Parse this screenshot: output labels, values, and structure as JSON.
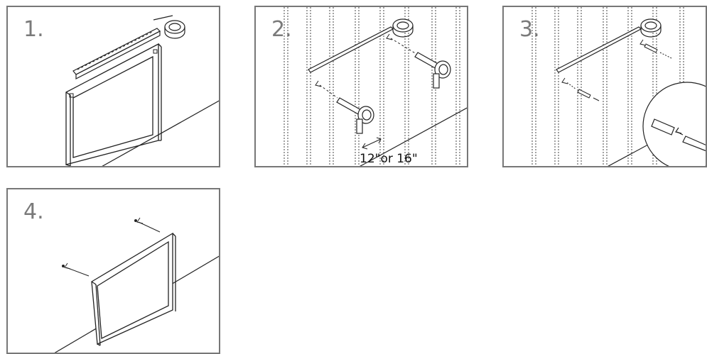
{
  "steps": [
    {
      "number": "1."
    },
    {
      "number": "2.",
      "measurement": "12\"or 16\""
    },
    {
      "number": "3."
    },
    {
      "number": "4."
    }
  ],
  "colors": {
    "frame": "#777777",
    "line": "#222222",
    "stud": "#444444",
    "number": "#7a7a7a"
  }
}
